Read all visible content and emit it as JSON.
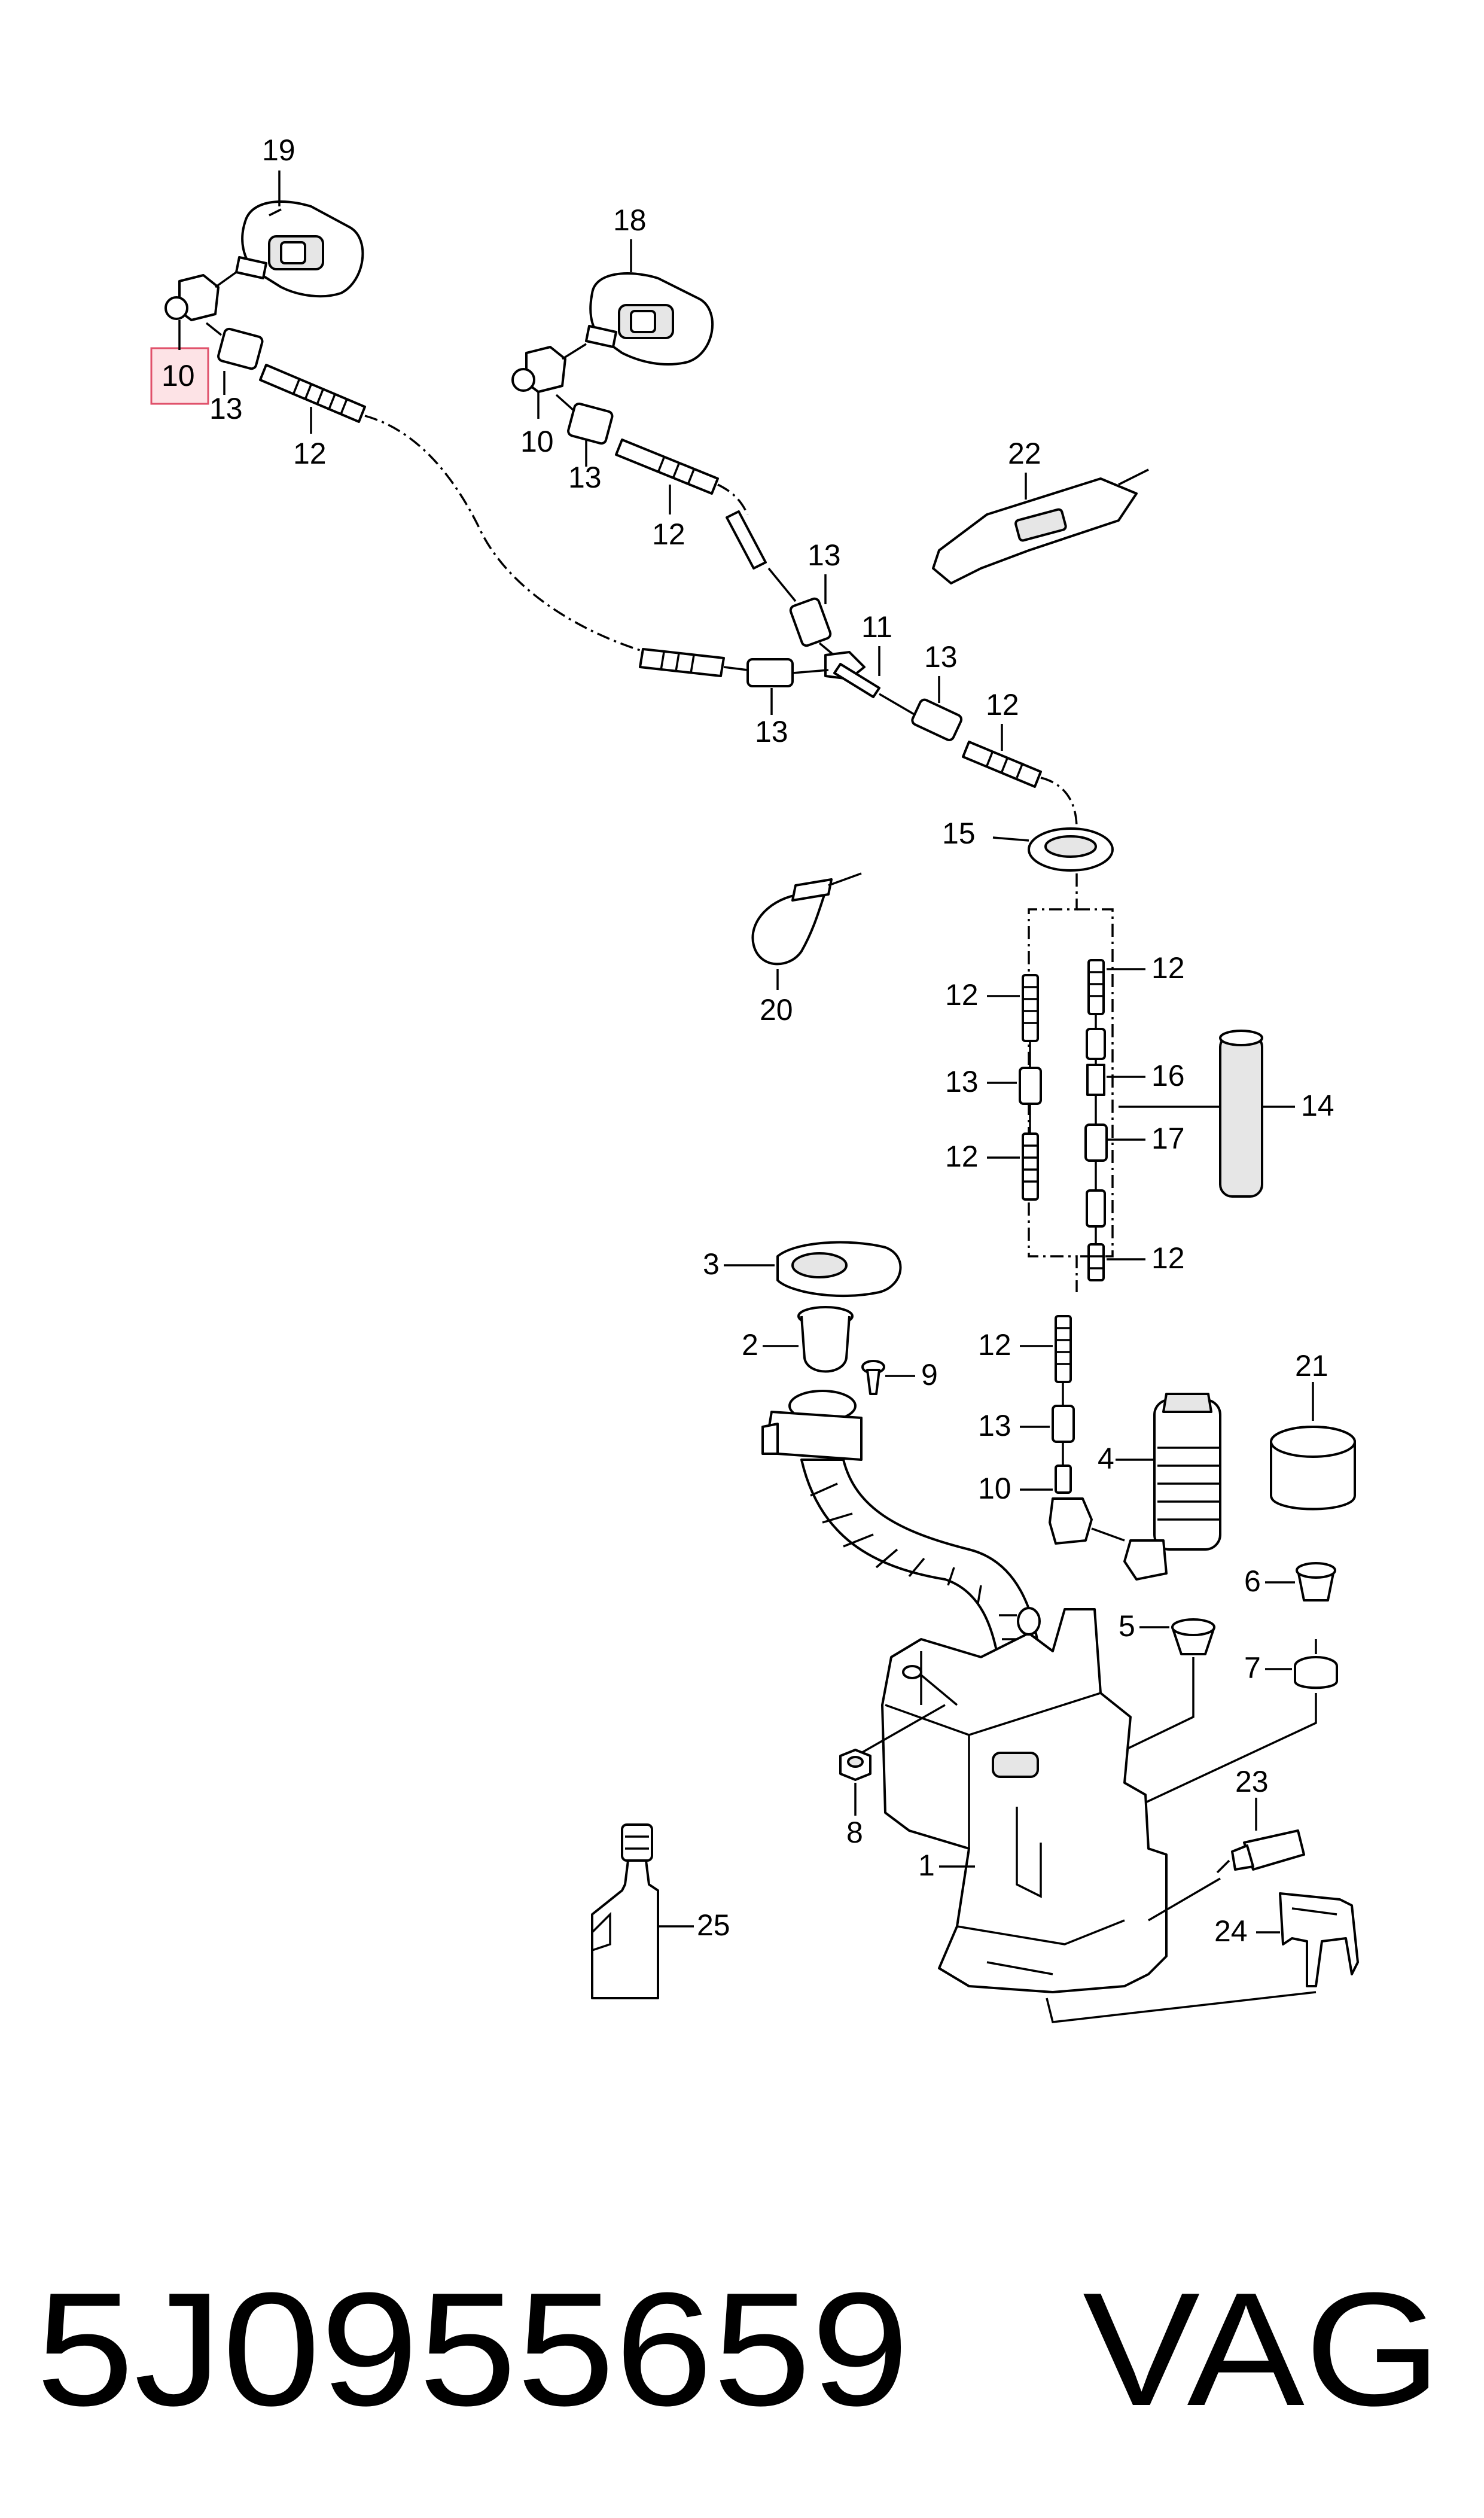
{
  "diagram": {
    "callouts": {
      "p19": "19",
      "p18": "18",
      "p10a": "10",
      "p13a": "13",
      "p12a": "12",
      "p10b": "10",
      "p13b": "13",
      "p12b": "12",
      "p22": "22",
      "p13c": "13",
      "p11": "11",
      "p13d": "13",
      "p12c": "12",
      "p13e": "13",
      "p15": "15",
      "p20": "20",
      "p12d": "12",
      "p12e": "12",
      "p13f": "13",
      "p16": "16",
      "p14": "14",
      "p12f": "12",
      "p17": "17",
      "p12g": "12",
      "p3": "3",
      "p2": "2",
      "p9": "9",
      "p12h": "12",
      "p21": "21",
      "p13g": "13",
      "p4": "4",
      "p10c": "10",
      "p6": "6",
      "p5": "5",
      "p7": "7",
      "p8": "8",
      "p23": "23",
      "p1": "1",
      "p25": "25",
      "p24": "24"
    },
    "highlighted_callout": "10",
    "highlight_color": "#fde3e6",
    "part_number": "5J0955659",
    "brand": "VAG"
  }
}
